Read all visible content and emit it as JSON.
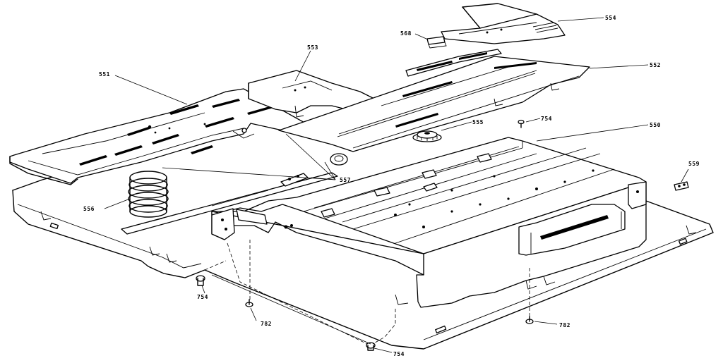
{
  "diagram": {
    "callouts": [
      {
        "id": "c551",
        "label": "551"
      },
      {
        "id": "c553",
        "label": "553"
      },
      {
        "id": "c554",
        "label": "554"
      },
      {
        "id": "c568",
        "label": "568"
      },
      {
        "id": "c552",
        "label": "552"
      },
      {
        "id": "c555",
        "label": "555"
      },
      {
        "id": "c754a",
        "label": "754"
      },
      {
        "id": "c550",
        "label": "550"
      },
      {
        "id": "c559",
        "label": "559"
      },
      {
        "id": "c557",
        "label": "557"
      },
      {
        "id": "c556",
        "label": "556"
      },
      {
        "id": "c754b",
        "label": "754"
      },
      {
        "id": "c782a",
        "label": "782"
      },
      {
        "id": "c754c",
        "label": "754"
      },
      {
        "id": "c782b",
        "label": "782"
      }
    ]
  }
}
